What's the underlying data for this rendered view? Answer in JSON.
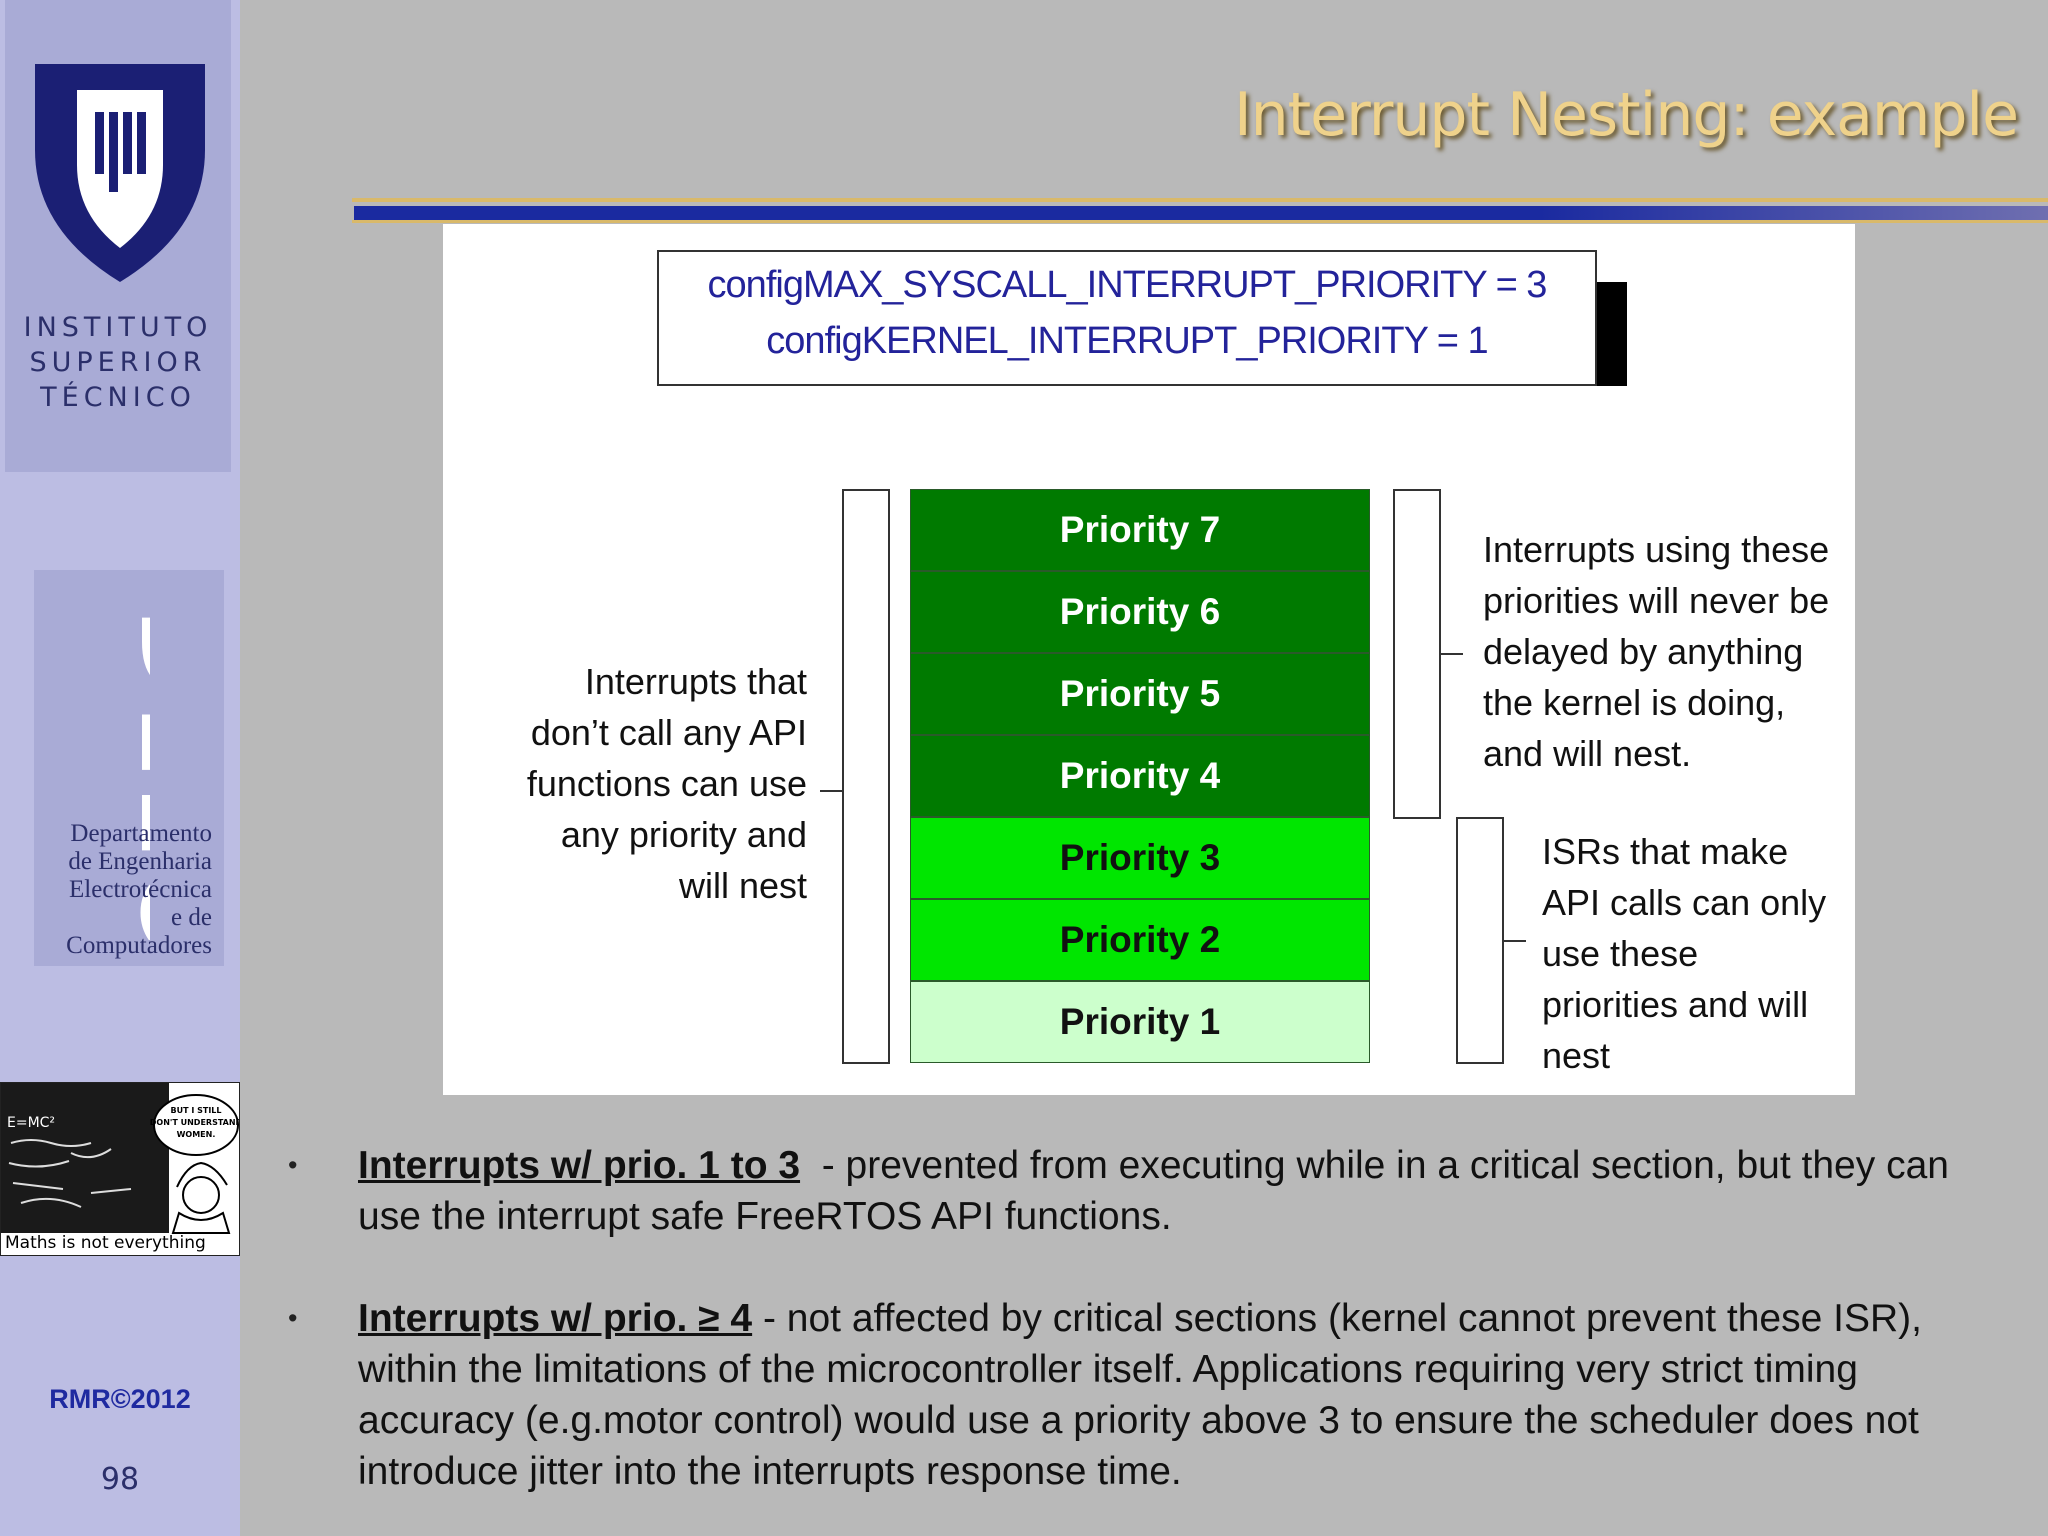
{
  "sidebar": {
    "institute_lines": [
      "INSTITUTO",
      "SUPERIOR",
      "TÉCNICO"
    ],
    "dept_letters": "DEEC",
    "dept_lines": [
      "Departamento",
      "de Engenharia",
      "Electrotécnica",
      "e de",
      "Computadores"
    ],
    "cartoon_speech": [
      "BUT I STILL",
      "DON'T UNDERSTAND",
      "WOMEN."
    ],
    "cartoon_formula": "E=MC²",
    "cartoon_caption": "Maths is not everything",
    "copyright": "RMR©2012",
    "page_number": "98"
  },
  "title": "Interrupt Nesting: example",
  "diagram": {
    "config_lines": [
      "configMAX_SYSCALL_INTERRUPT_PRIORITY = 3",
      "configKERNEL_INTERRUPT_PRIORITY = 1"
    ],
    "priorities": [
      {
        "label": "Priority 7",
        "bg": "#007a00",
        "fg": "#ffffff"
      },
      {
        "label": "Priority 6",
        "bg": "#007a00",
        "fg": "#ffffff"
      },
      {
        "label": "Priority 5",
        "bg": "#007a00",
        "fg": "#ffffff"
      },
      {
        "label": "Priority 4",
        "bg": "#007a00",
        "fg": "#ffffff"
      },
      {
        "label": "Priority 3",
        "bg": "#00e600",
        "fg": "#111111"
      },
      {
        "label": "Priority 2",
        "bg": "#00e600",
        "fg": "#111111"
      },
      {
        "label": "Priority 1",
        "bg": "#ccffcc",
        "fg": "#111111"
      }
    ],
    "left_note": [
      "Interrupts that",
      "don’t call any API",
      "functions can use",
      "any priority and",
      "will nest"
    ],
    "right_top_note": [
      "Interrupts using these",
      "priorities will never be",
      "delayed by anything",
      "the kernel is doing,",
      "and will nest."
    ],
    "right_bottom_note": [
      "ISRs that make",
      "API calls can only",
      "use these",
      "priorities and will",
      "nest"
    ]
  },
  "bullets": [
    {
      "marker": "•",
      "heading": "Interrupts w/ prio. 1 to 3",
      "text": "- prevented from executing while in a critical section, but they can use the interrupt safe FreeRTOS API functions."
    },
    {
      "marker": "•",
      "heading": "Interrupts w/ prio. ≥ 4",
      "text": "- not affected by critical sections (kernel cannot prevent these ISR), within the limitations of the microcontroller itself. Applications requiring very strict timing accuracy (e.g.motor control) would use a priority above 3 to ensure the scheduler does not introduce jitter into the interrupts response time."
    }
  ]
}
